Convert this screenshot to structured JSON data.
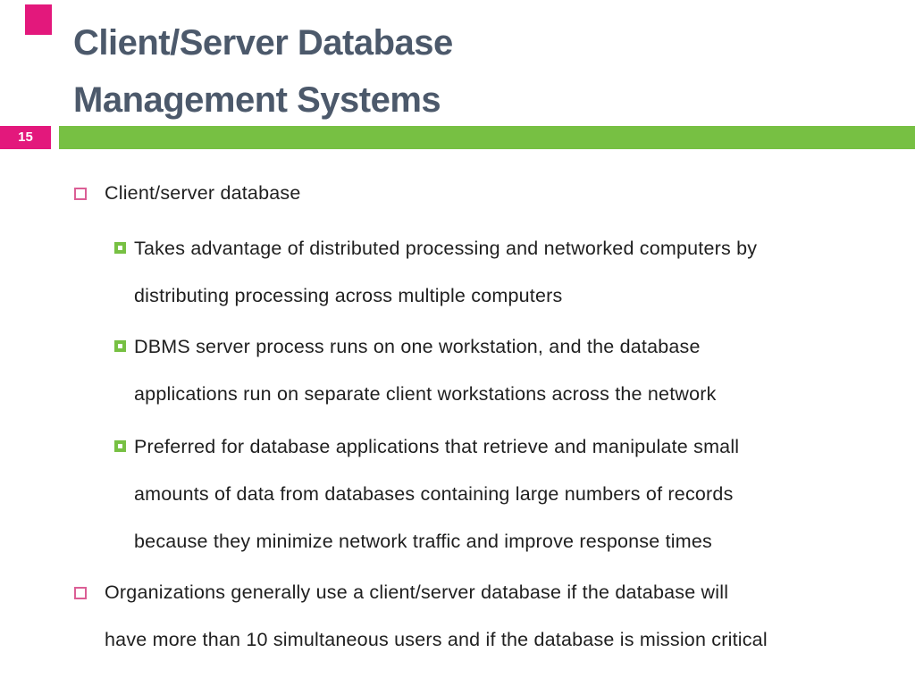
{
  "slide": {
    "slide_number": "15",
    "title_lines": [
      "Client/Server Database",
      "Management Systems"
    ],
    "bullets": [
      {
        "level": 1,
        "text": "Client/server database"
      },
      {
        "level": 2,
        "text": "Takes advantage of distributed processing and networked computers by\ndistributing processing across multiple computers"
      },
      {
        "level": 2,
        "text": "DBMS server process runs on one workstation, and the database\napplications run on separate client workstations across the network"
      },
      {
        "level": 2,
        "text": "Preferred for database applications that retrieve and manipulate small\namounts of data from databases containing large numbers of records\nbecause they minimize network traffic and improve response times"
      },
      {
        "level": 1,
        "text": "Organizations generally use a client/server database if the database will\nhave more than 10 simultaneous users and if the database is mission critical"
      }
    ],
    "colors": {
      "accent_magenta": "#E3187C",
      "accent_green": "#77C043",
      "title_color": "#4C596B",
      "body_text": "#1F1F1F",
      "bullet_outline_pink": "#DB5E95"
    }
  }
}
